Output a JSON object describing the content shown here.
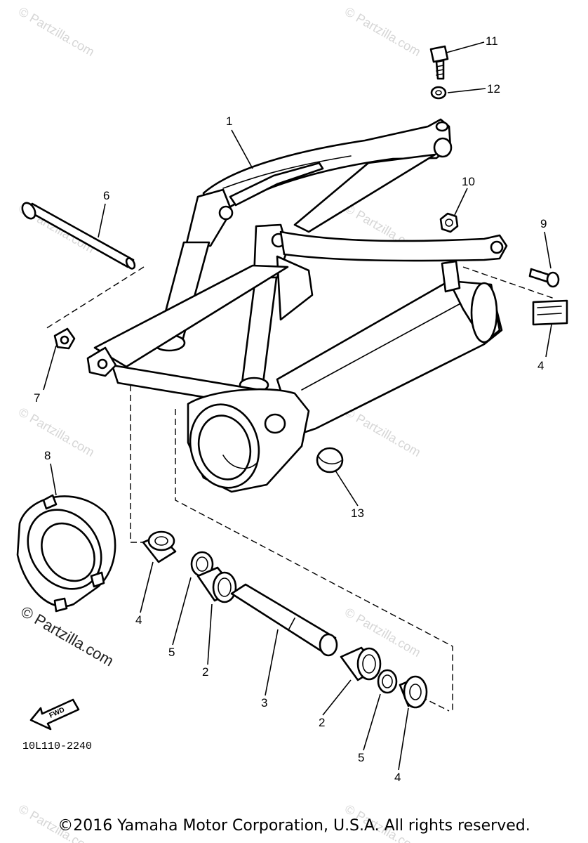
{
  "watermark": {
    "text": "© Partzilla.com",
    "large_text": "© Partzilla.com"
  },
  "callouts": [
    {
      "id": "1",
      "text": "1"
    },
    {
      "id": "2a",
      "text": "2"
    },
    {
      "id": "2b",
      "text": "2"
    },
    {
      "id": "3",
      "text": "3"
    },
    {
      "id": "4a",
      "text": "4"
    },
    {
      "id": "4b",
      "text": "4"
    },
    {
      "id": "4c",
      "text": "4"
    },
    {
      "id": "5a",
      "text": "5"
    },
    {
      "id": "5b",
      "text": "5"
    },
    {
      "id": "6",
      "text": "6"
    },
    {
      "id": "7",
      "text": "7"
    },
    {
      "id": "8",
      "text": "8"
    },
    {
      "id": "9",
      "text": "9"
    },
    {
      "id": "10",
      "text": "10"
    },
    {
      "id": "11",
      "text": "11"
    },
    {
      "id": "12",
      "text": "12"
    },
    {
      "id": "13",
      "text": "13"
    }
  ],
  "fwd_label": "FWD",
  "diagram_code": "10L110-2240",
  "copyright": "©2016 Yamaha Motor Corporation, U.S.A. All rights reserved."
}
